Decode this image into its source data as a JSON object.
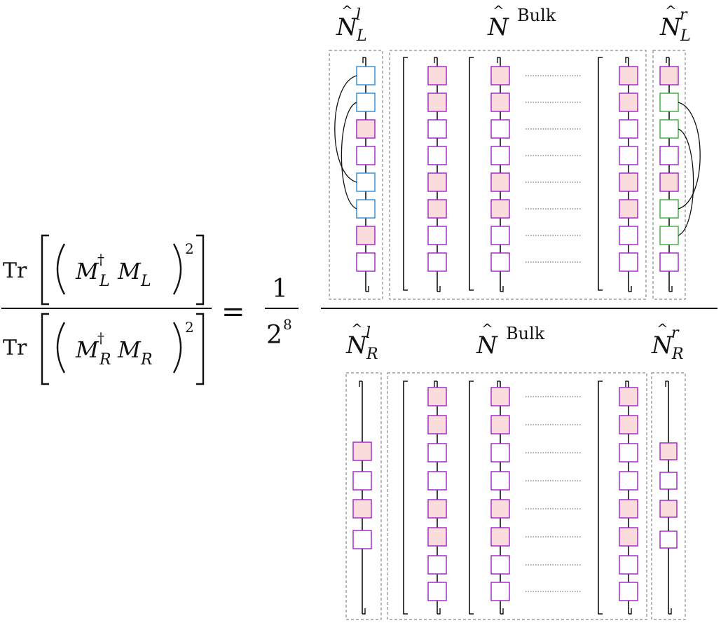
{
  "equation": {
    "lhs_numerator_tr": "Tr",
    "lhs_denominator_tr": "Tr",
    "numerator_M": "M",
    "numerator_dagger": "†",
    "numerator_sub": "L",
    "denominator_M": "M",
    "denominator_dagger": "†",
    "denominator_sub": "R",
    "exponent": "2",
    "equals": "=",
    "coefficient_numerator": "1",
    "coefficient_base": "2",
    "coefficient_exponent": "8"
  },
  "top_panel": {
    "label_left_base": "N",
    "label_left_sub": "L",
    "label_left_sup": "l",
    "label_bulk_base": "N",
    "label_bulk_sup": "Bulk",
    "label_right_base": "N",
    "label_right_sub": "L",
    "label_right_sup": "r",
    "left_chain": [
      "blue",
      "blue",
      "pink",
      "white",
      "blue",
      "blue",
      "pink",
      "white"
    ],
    "left_arcs": [
      [
        0,
        4
      ],
      [
        1,
        5
      ]
    ],
    "right_chain": [
      "pink",
      "green",
      "green",
      "white",
      "pink",
      "green",
      "green",
      "white"
    ],
    "right_arcs": [
      [
        1,
        5
      ],
      [
        2,
        6
      ]
    ],
    "bulk_chain": [
      "pink",
      "pink",
      "white",
      "white",
      "pink",
      "pink",
      "white",
      "white"
    ]
  },
  "bottom_panel": {
    "label_left_base": "N",
    "label_left_sub": "R",
    "label_left_sup": "l",
    "label_bulk_base": "N",
    "label_bulk_sup": "Bulk",
    "label_right_base": "N",
    "label_right_sub": "R",
    "label_right_sup": "r",
    "left_chain": [
      "pink",
      "white",
      "pink",
      "white"
    ],
    "right_chain": [
      "pink",
      "white",
      "pink",
      "white"
    ],
    "bulk_chain": [
      "pink",
      "pink",
      "white",
      "white",
      "pink",
      "pink",
      "white",
      "white"
    ]
  },
  "colors": {
    "pink_fill": "#fadcdc",
    "magenta_stroke": "#a020c8",
    "blue_stroke": "#2a8ad0",
    "green_stroke": "#3aaa3a",
    "dashed_box": "#888888",
    "line": "#111111"
  }
}
